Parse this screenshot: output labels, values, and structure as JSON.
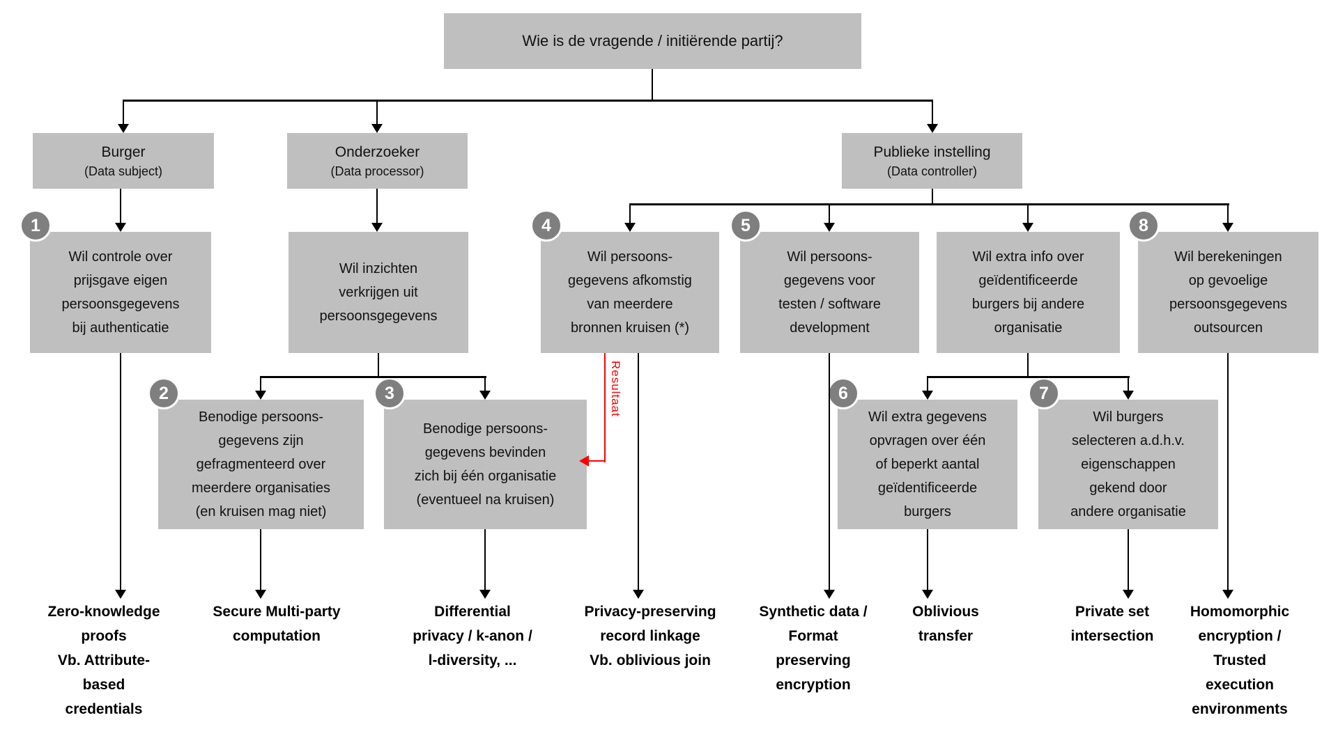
{
  "root_question": "Wie is de vragende / initiërende partij?",
  "parties": {
    "burger": {
      "name": "Burger",
      "role": "(Data subject)"
    },
    "onderzoeker": {
      "name": "Onderzoeker",
      "role": "(Data processor)"
    },
    "publieke_instelling": {
      "name": "Publieke instelling",
      "role": "(Data controller)"
    }
  },
  "decisions": [
    {
      "number": "1",
      "text": "Wil controle over\nprijsgave eigen\npersoonsgegevens\nbij authenticatie"
    },
    {
      "number": "",
      "text": "Wil inzichten\nverkrijgen uit\npersoonsgegevens"
    },
    {
      "number": "2",
      "text": "Benodige persoons-\ngegevens zijn\ngefragmenteerd over\nmeerdere organisaties\n(en kruisen mag niet)"
    },
    {
      "number": "3",
      "text": "Benodige persoons-\ngegevens bevinden\nzich bij één organisatie\n(eventueel na kruisen)"
    },
    {
      "number": "4",
      "text": "Wil persoons-\ngegevens afkomstig\nvan meerdere\nbronnen kruisen (*)"
    },
    {
      "number": "5",
      "text": "Wil persoons-\ngegevens voor\ntesten / software\ndevelopment"
    },
    {
      "number": "",
      "text": "Wil extra info over\ngeïdentificeerde\nburgers bij andere\norganisatie"
    },
    {
      "number": "6",
      "text": "Wil extra gegevens\nopvragen over één\nof beperkt aantal\ngeïdentificeerde\nburgers"
    },
    {
      "number": "7",
      "text": "Wil burgers\nselecteren a.d.h.v.\neigenschappen\ngekend door\nandere organisatie"
    },
    {
      "number": "8",
      "text": "Wil berekeningen\nop gevoelige\npersoonsgegevens\noutsourcen"
    }
  ],
  "outcomes": [
    {
      "text": "Zero-knowledge\nproofs\nVb. Attribute-\nbased\ncredentials"
    },
    {
      "text": "Secure Multi-party\ncomputation"
    },
    {
      "text": "Differential\nprivacy / k-anon /\nl-diversity, ..."
    },
    {
      "text": "Privacy-preserving\nrecord linkage\nVb. oblivious join"
    },
    {
      "text": "Synthetic data /\nFormat\npreserving\nencryption"
    },
    {
      "text": "Oblivious\ntransfer"
    },
    {
      "text": "Private set\nintersection"
    },
    {
      "text": "Homomorphic\nencryption /\nTrusted\nexecution\nenvironments"
    }
  ],
  "annotations": {
    "result_arrow_label": "Resultaat"
  },
  "colors": {
    "background": "#ffffff",
    "box_fill": "#bfbfbf",
    "badge_fill": "#7f7f7f",
    "badge_text": "#ffffff",
    "line": "#000000",
    "result_arrow": "#fe0000",
    "text": "#111111"
  }
}
